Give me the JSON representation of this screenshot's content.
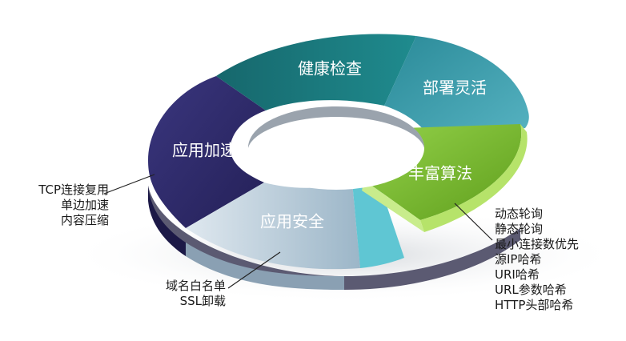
{
  "segments": {
    "health_check": "健康检查",
    "flexible_deploy": "部署灵活",
    "app_accel": "应用加速",
    "rich_algorithms": "丰富算法",
    "app_security": "应用安全"
  },
  "callouts": {
    "accel": [
      "TCP连接复用",
      "单边加速",
      "内容压缩"
    ],
    "security": [
      "域名白名单",
      "SSL卸载"
    ],
    "algorithms": [
      "动态轮询",
      "静态轮询",
      "最小连接数优先",
      "源IP哈希",
      "URI哈希",
      "URL参数哈希",
      "HTTP头部哈希"
    ]
  },
  "colors": {
    "health_check": "#1f7f80",
    "flexible_deploy": "#2f95a4",
    "app_accel": "#2e2a6e",
    "rich_algorithms": "#7fc02f",
    "app_security": "#a7bfd0",
    "cyan_sliver": "#5fc6d3"
  }
}
